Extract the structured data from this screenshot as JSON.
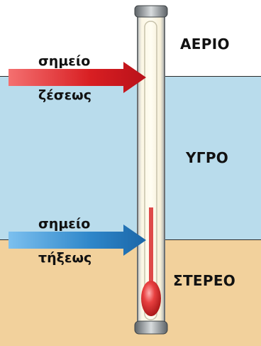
{
  "phases": {
    "gas": "ΑΕΡΙΟ",
    "liquid": "ΥΓΡΟ",
    "solid": "ΣΤΕΡΕΟ"
  },
  "boiling_point": {
    "line1": "σημείο",
    "line2": "ζέσεως",
    "arrow_color": "#d81e22"
  },
  "melting_point": {
    "line1": "σημείο",
    "line2": "τήξεως",
    "arrow_color": "#2e86c9"
  },
  "colors": {
    "liquid_band": "#b9dcec",
    "solid_band": "#f2d19c",
    "gas_band": "#ffffff",
    "mercury": "#e03a3a"
  }
}
